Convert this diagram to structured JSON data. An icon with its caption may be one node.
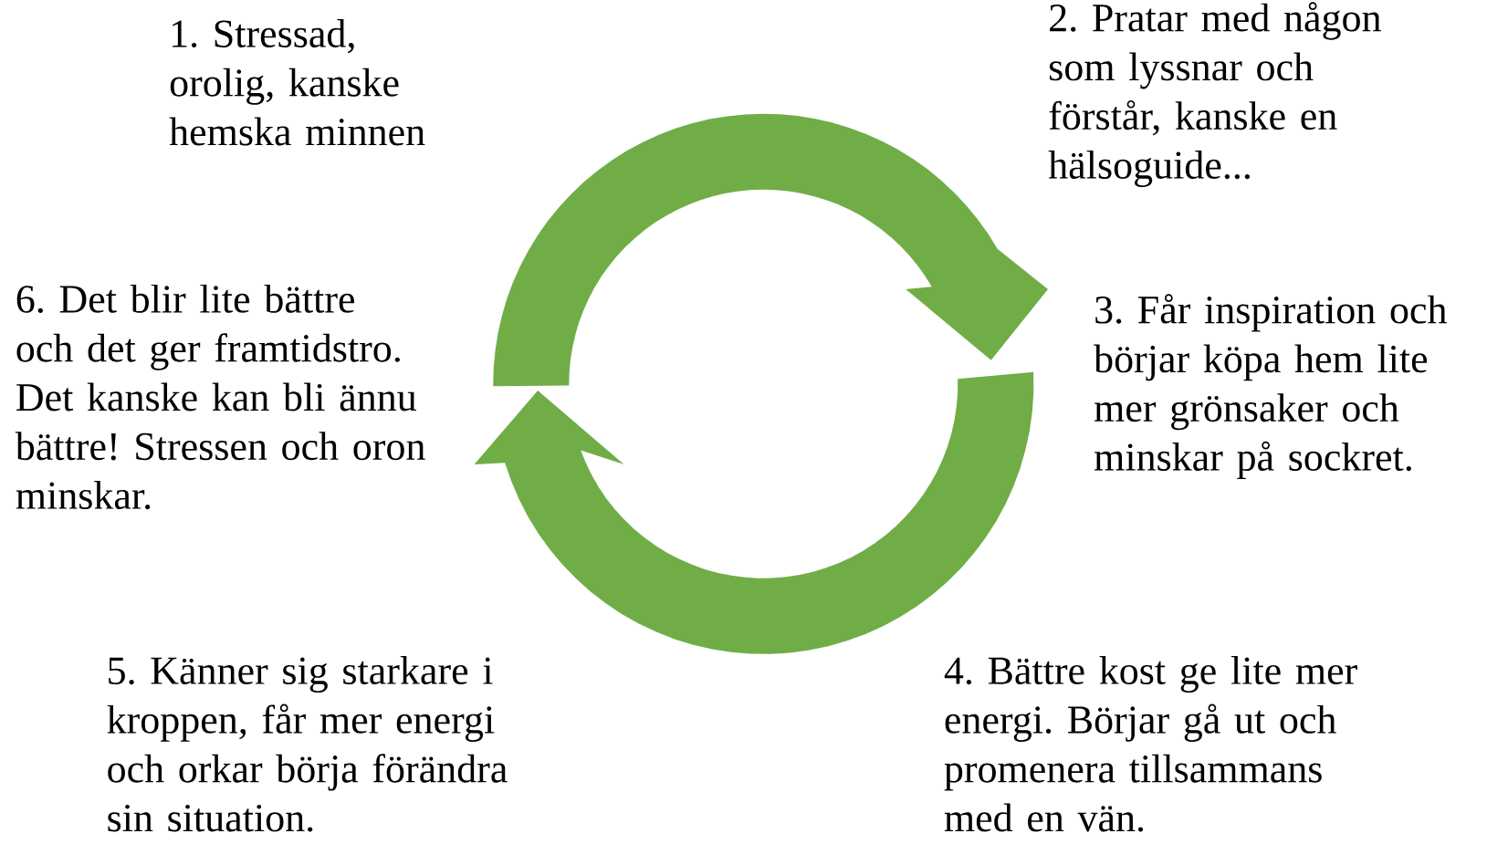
{
  "diagram": {
    "labels": [
      "1. Stressad, orolig, kanske hemska minnen",
      "2. Pratar med någon som lyssnar och förstår, kanske en hälsoguide...",
      "3. Får inspiration och börjar köpa hem lite mer grönsaker och minskar på sockret.",
      "4. Bättre kost ge lite mer energi. Börjar gå ut och promenera tillsammans med en vän.",
      "5. Känner sig starkare i kroppen, får mer energi och orkar börja förändra sin situation.",
      "6. Det blir lite bättre och det ger framtidstro. Det kanske kan bli ännu bättre! Stressen och oron minskar."
    ]
  }
}
